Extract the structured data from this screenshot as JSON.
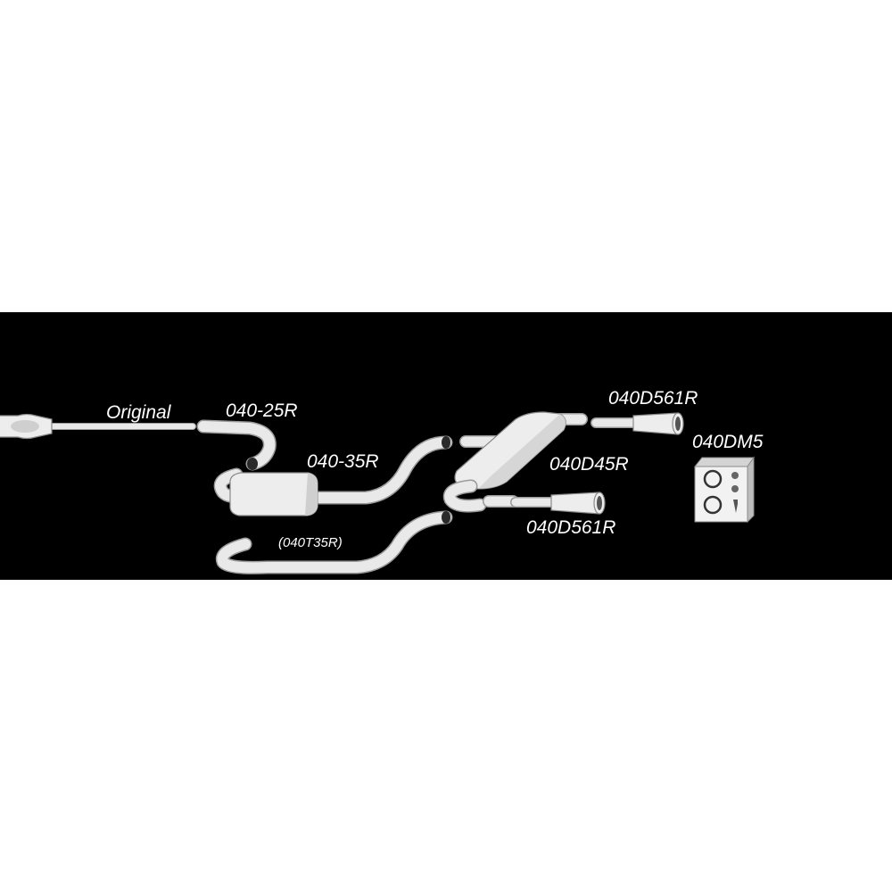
{
  "parts": {
    "original": "Original",
    "front_pipe": "040-25R",
    "centre_silencer": "040-35R",
    "rear_silencer": "040D45R",
    "tailpipe_upper": "040D561R",
    "tailpipe_lower": "040D561R",
    "optional_pipe": "(040T35R)",
    "mounting_kit": "040DM5"
  },
  "colors": {
    "background": "#000000",
    "part_fill": "#ededed",
    "part_outline": "#8a8a8a",
    "label": "#ffffff"
  }
}
